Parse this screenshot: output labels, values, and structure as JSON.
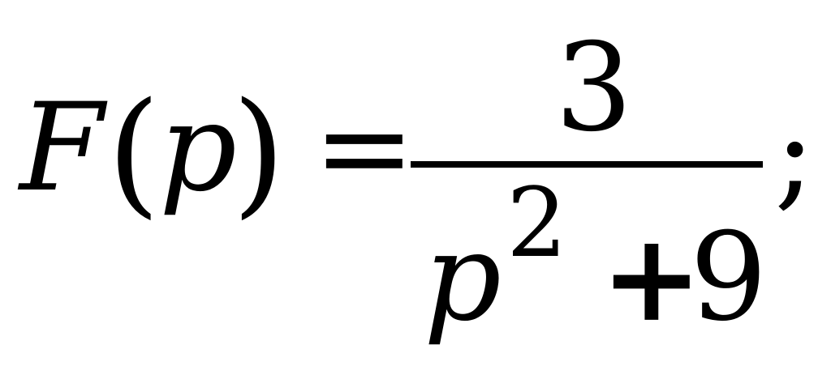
{
  "equation": {
    "lhs": {
      "function_name": "F",
      "open_paren": "(",
      "variable": "p",
      "close_paren": ")"
    },
    "equals": "=",
    "fraction": {
      "numerator": "3",
      "denominator": {
        "base": "p",
        "exponent": "2",
        "operator": "+",
        "constant": "9"
      }
    },
    "terminator": ";"
  }
}
